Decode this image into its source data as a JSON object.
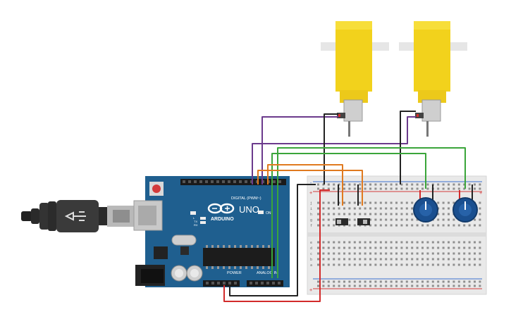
{
  "arduino": {
    "brand": "ARDUINO",
    "model": "UNO",
    "header_digital": "DIGITAL (PWM~)",
    "header_power": "POWER",
    "header_analog": "ANALOG IN",
    "led_on": "ON",
    "led_tx": "TX",
    "led_rx": "RX",
    "led_l": "L"
  },
  "breadboard": {
    "row_letters_top": [
      "j",
      "i",
      "h",
      "g",
      "f"
    ],
    "row_letters_bottom": [
      "e",
      "d",
      "c",
      "b",
      "a"
    ],
    "rail_plus": "+",
    "rail_minus": "-"
  },
  "colors": {
    "board": "#1f5f8f",
    "motor_yellow": "#f2d21c",
    "wire_purple": "#6b3a8c",
    "wire_orange": "#e07a1f",
    "wire_green": "#3aa53a",
    "wire_black": "#222222",
    "wire_red": "#d22b2b",
    "pot_blue": "#1a4f8f"
  },
  "components": {
    "motors": [
      "dc-motor-1",
      "dc-motor-2"
    ],
    "potentiometers": [
      "potentiometer-1",
      "potentiometer-2"
    ],
    "switches": [
      "slide-switch-1",
      "slide-switch-2"
    ]
  }
}
